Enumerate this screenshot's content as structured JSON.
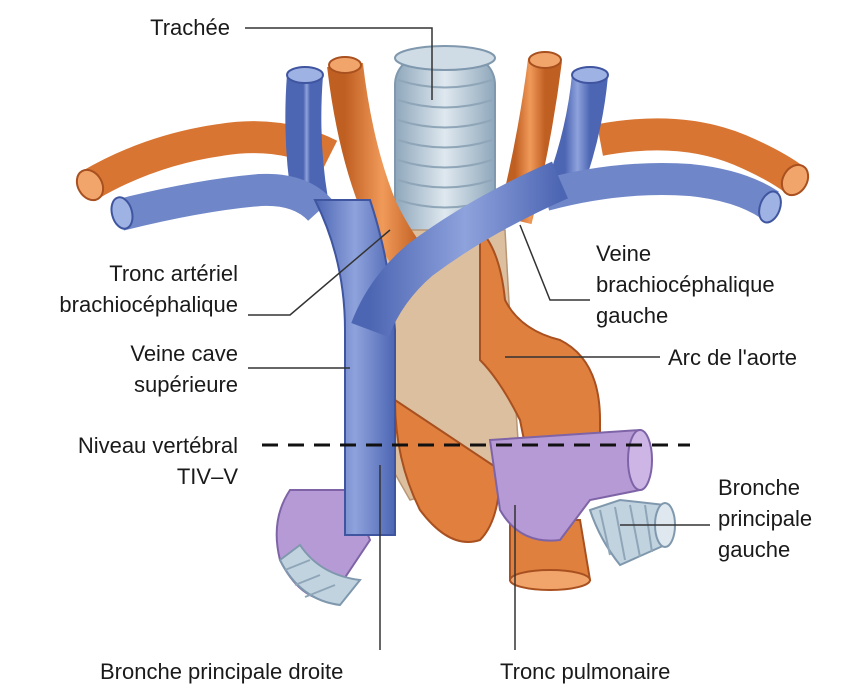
{
  "labels": {
    "trachea": "Trachée",
    "brachiocephalic_trunk_1": "Tronc artériel",
    "brachiocephalic_trunk_2": "brachiocéphalique",
    "svc_1": "Veine cave",
    "svc_2": "supérieure",
    "vertebral_level_1": "Niveau vertébral",
    "vertebral_level_2": "TIV–V",
    "left_brachiocephalic_vein_1": "Veine",
    "left_brachiocephalic_vein_2": "brachiocéphalique",
    "left_brachiocephalic_vein_3": "gauche",
    "aortic_arch": "Arc de l'aorte",
    "left_main_bronchus_1": "Bronche",
    "left_main_bronchus_2": "principale",
    "left_main_bronchus_3": "gauche",
    "right_main_bronchus": "Bronche principale droite",
    "pulmonary_trunk": "Tronc pulmonaire"
  },
  "colors": {
    "vein": "#6f87c9",
    "vein_dark": "#3f55a0",
    "artery": "#df7a3a",
    "artery_dark": "#a8501f",
    "trachea": "#b9cbd9",
    "trachea_dark": "#7f98ad",
    "bronchus_purple": "#b69ad6",
    "tissue": "#d9b896",
    "leader": "#333333"
  }
}
